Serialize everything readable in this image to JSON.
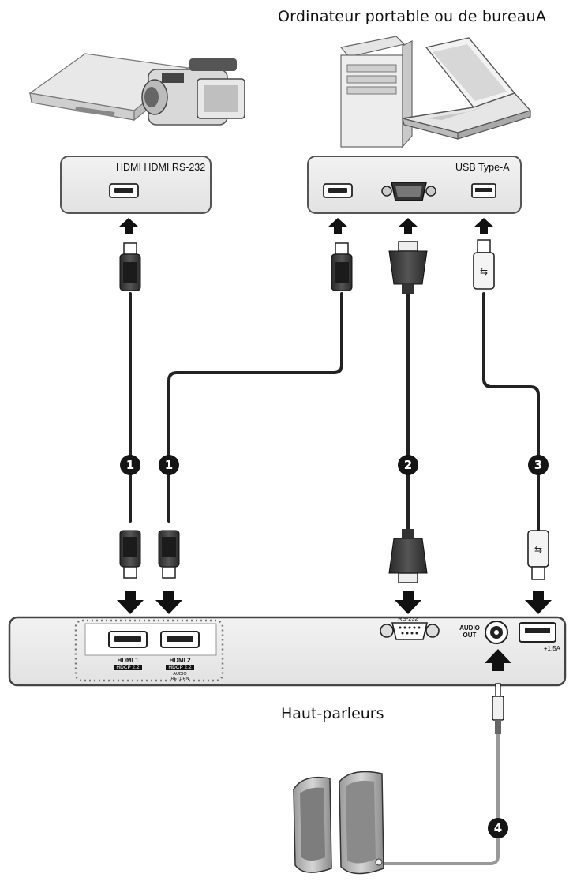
{
  "titles": {
    "computer": "Ordinateur portable ou de bureauA",
    "speakers": "Haut-parleurs"
  },
  "source_panels": {
    "left_label": "HDMI HDMI RS-232",
    "right_label": "USB Type-A"
  },
  "badges": [
    "1",
    "1",
    "2",
    "3",
    "4"
  ],
  "projector_ports": {
    "hdmi1": "HDMI 1",
    "hdmi1_sub": "HDCP 2.2",
    "hdmi2": "HDMI 2",
    "hdmi2_sub": "HDCP 2.2",
    "hdmi2_note": "AUDIO RETURN",
    "rs232": "RS-232",
    "audio_out": "AUDIO OUT",
    "usb_power": "+1.5A"
  }
}
